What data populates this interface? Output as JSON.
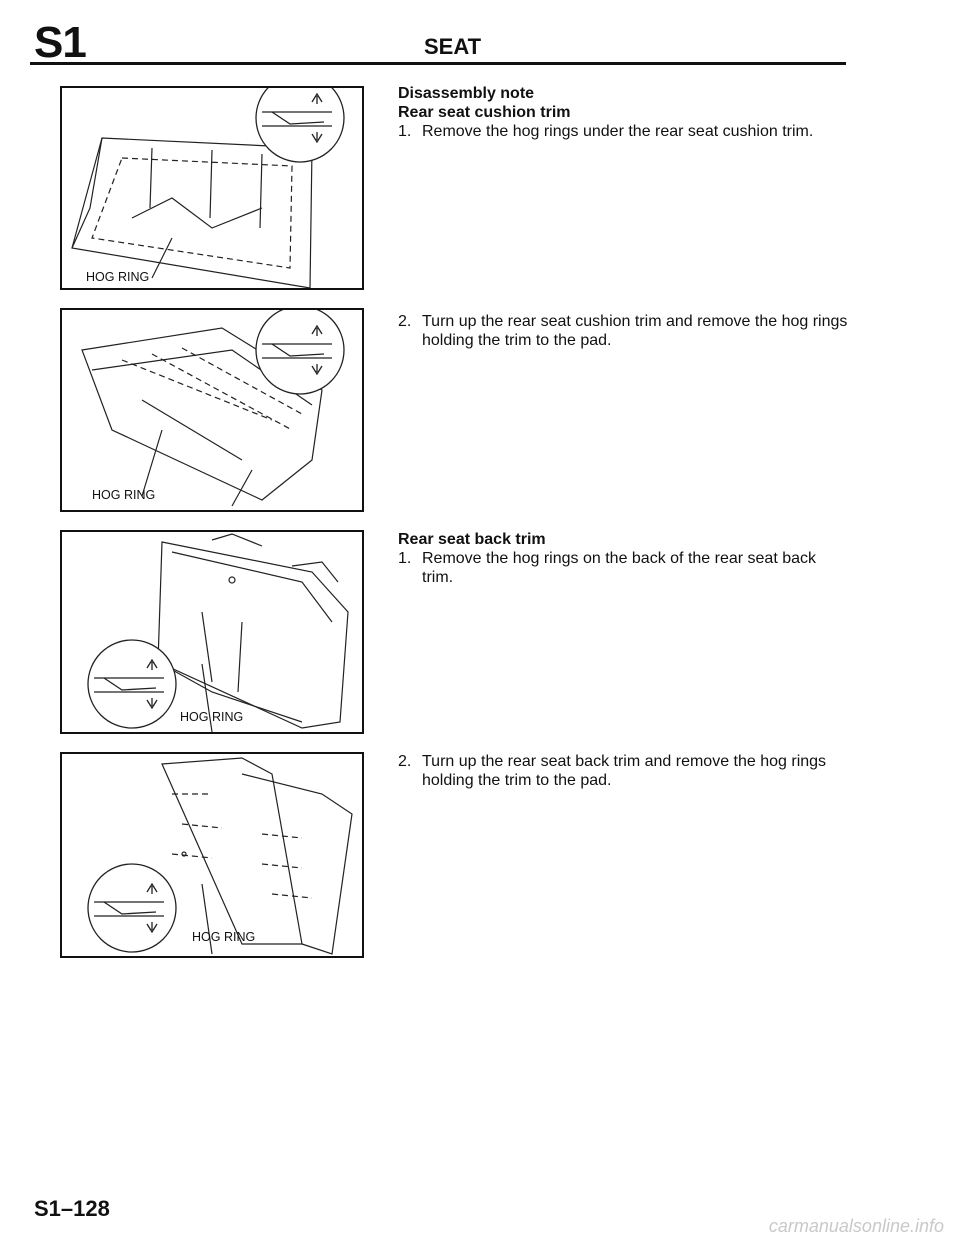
{
  "header": {
    "section_code": "S1",
    "title": "SEAT"
  },
  "figures": [
    {
      "label": "HOG RING",
      "icons": [
        "seat-cushion-underside-drawing",
        "hog-ring-detail-icon"
      ]
    },
    {
      "label": "HOG RING",
      "icons": [
        "seat-cushion-trim-drawing",
        "hog-ring-detail-icon"
      ]
    },
    {
      "label": "HOG RING",
      "icons": [
        "seat-back-rear-drawing",
        "hog-ring-detail-icon"
      ]
    },
    {
      "label": "HOG RING",
      "icons": [
        "seat-back-trim-drawing",
        "hog-ring-detail-icon"
      ]
    }
  ],
  "text": {
    "disassembly_heading": "Disassembly note",
    "cushion_heading": "Rear seat cushion trim",
    "cushion_step1_num": "1.",
    "cushion_step1": "Remove the hog rings under the rear seat cushion trim.",
    "cushion_step2_num": "2.",
    "cushion_step2": "Turn up the rear seat cushion trim and remove the hog rings holding the trim to the pad.",
    "back_heading": "Rear seat back trim",
    "back_step1_num": "1.",
    "back_step1": "Remove the hog rings on the back of the rear seat back trim.",
    "back_step2_num": "2.",
    "back_step2": "Turn up the rear seat back trim and remove the hog rings holding the trim to the pad."
  },
  "footer": {
    "page_number": "S1–128",
    "site": "carmanualsonline.info"
  }
}
